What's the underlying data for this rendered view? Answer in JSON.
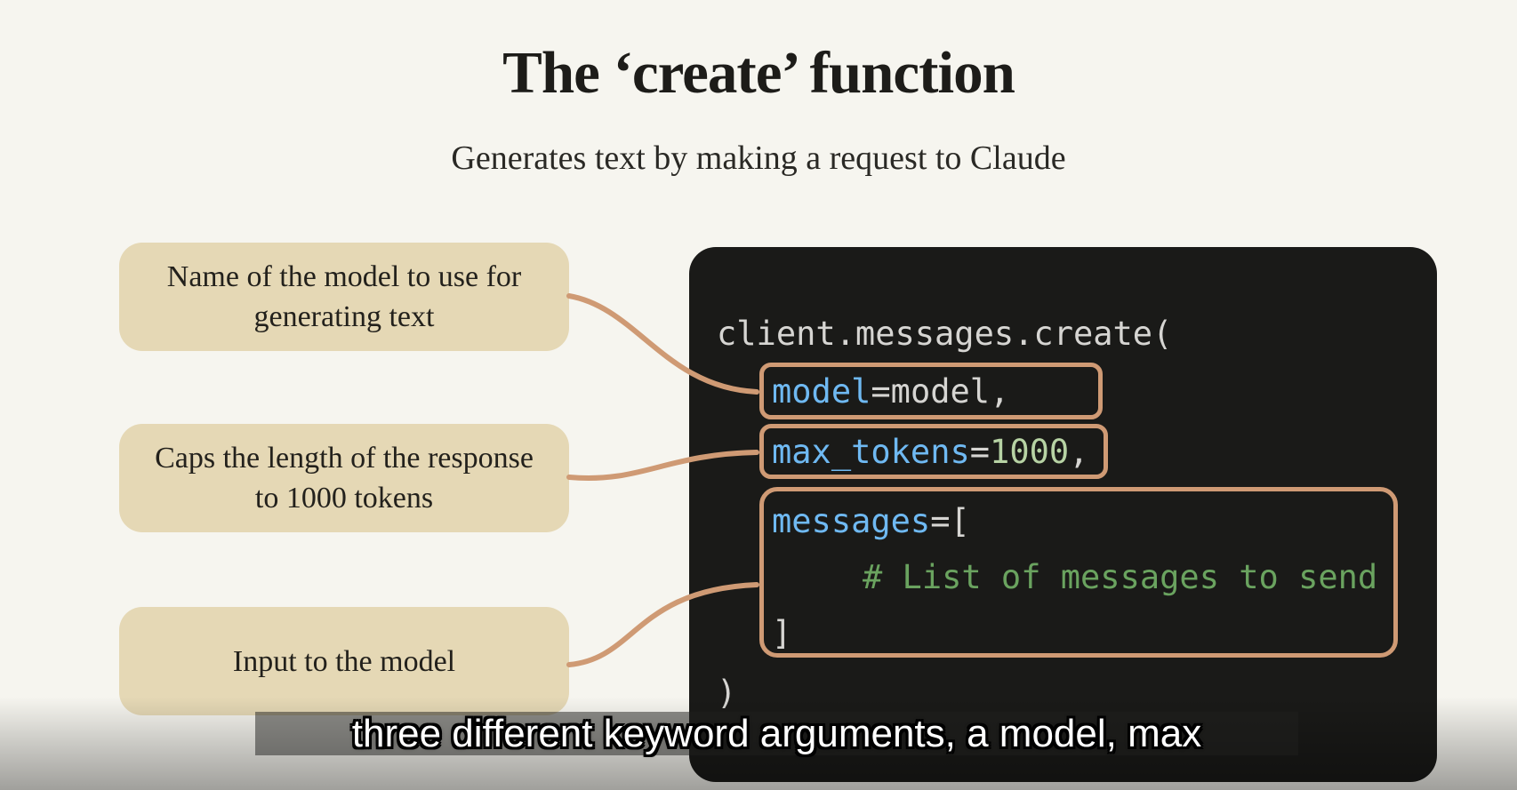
{
  "slide": {
    "title": "The ‘create’ function",
    "subtitle": "Generates text by making a request to Claude",
    "callouts": [
      {
        "text": "Name of the model to use for generating text",
        "points_to": "model argument"
      },
      {
        "text": "Caps the length of the response to 1000 tokens",
        "points_to": "max_tokens argument"
      },
      {
        "text": "Input to the model",
        "points_to": "messages argument"
      }
    ]
  },
  "code": {
    "open": "client.messages.create(",
    "model_kw": "model",
    "model_rest": "=model,",
    "max_kw": "max_tokens",
    "max_eq": "=",
    "max_val": "1000",
    "max_comma": ",",
    "messages_kw": "messages",
    "messages_rest": "=[",
    "comment": "# List of messages to send",
    "bracket_close": "]",
    "paren_close": ")"
  },
  "caption": {
    "text": "three different keyword arguments, a model, max"
  },
  "colors": {
    "page-bg": "#f6f5ef",
    "panel-tan": "#e5d8b5",
    "code-bg": "#1a1a18",
    "code-text": "#d6d5d2",
    "kw-blue": "#6fb9f2",
    "num-green": "#b7d3a4",
    "comment-green": "#6aa35f",
    "accent": "#cf9a74"
  }
}
